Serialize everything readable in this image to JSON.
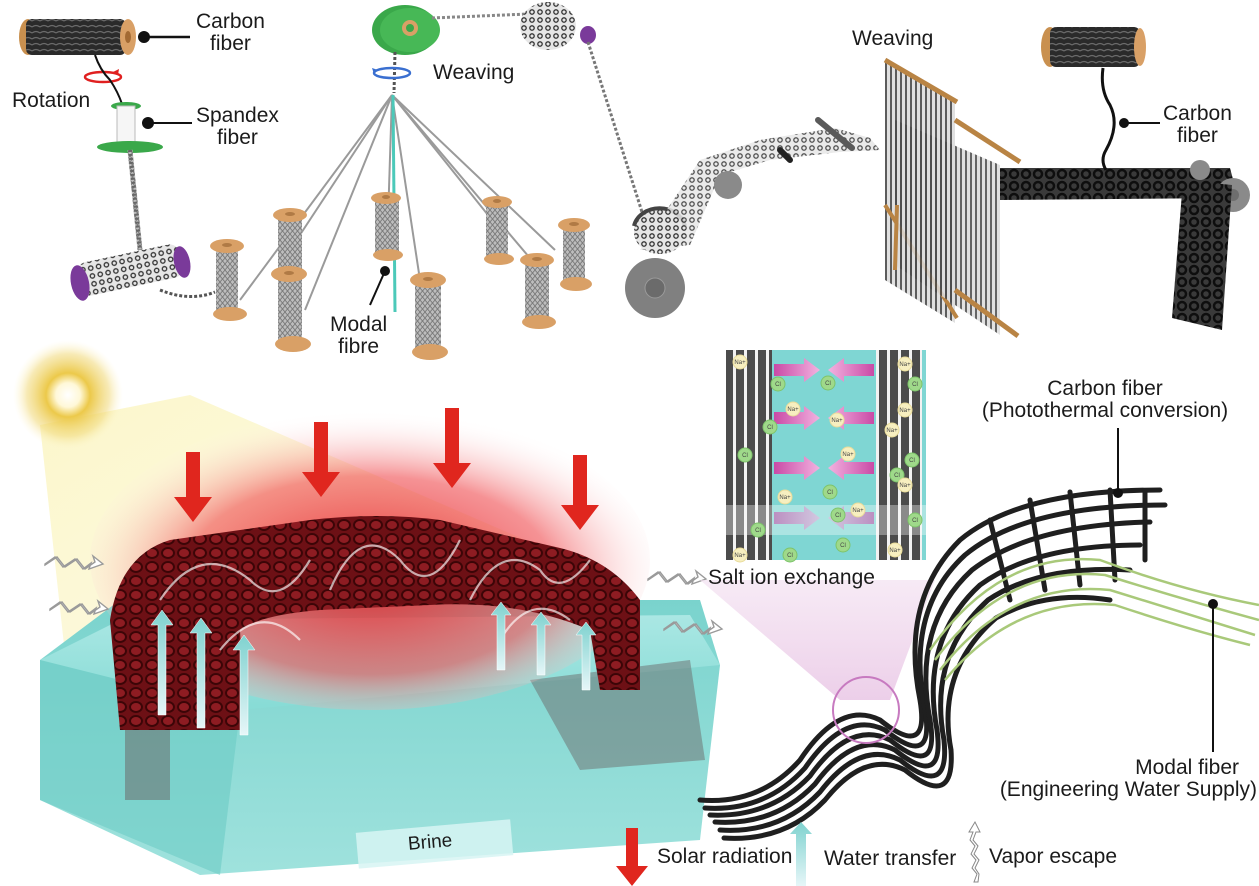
{
  "figure": {
    "title": "Carbon fiber / modal fiber woven evaporator schematic",
    "colors": {
      "carbon": "#1e1e1e",
      "spool_cap": "#d9a066",
      "spandex_disc": "#3aa84a",
      "purple_cap": "#7a3a9a",
      "modal_fiber": "#4cc9b9",
      "solar_arrow": "#e0261e",
      "water_arrow": "#8fd8d4",
      "brine": "#7fd8d2",
      "heated_fabric": "#7a1418",
      "ion_panel_water": "#7fd6d3",
      "ion_flow_arrow": "#d95fb5",
      "na_ion": "#f7efc0",
      "cl_ion": "#9fd98a",
      "modal_strand": "#a9c97a",
      "sun": "#e8c640",
      "magnifier_circle": "#c77ac0"
    }
  },
  "labels": {
    "carbon_fiber_top_left": [
      "Carbon",
      "fiber"
    ],
    "rotation": "Rotation",
    "spandex_fiber": [
      "Spandex",
      "fiber"
    ],
    "weaving_braider": "Weaving",
    "modal_fibre": [
      "Modal",
      "fibre"
    ],
    "weaving_loom": "Weaving",
    "carbon_fiber_top_right": [
      "Carbon",
      "fiber"
    ],
    "salt_ion_exchange": "Salt ion exchange",
    "carbon_fiber_photothermal": [
      "Carbon fiber",
      "(Photothermal conversion)"
    ],
    "modal_fiber_water_supply": [
      "Modal fiber",
      "(Engineering Water Supply)"
    ],
    "brine": "Brine"
  },
  "ion_panel": {
    "left_ions": [
      "Na+",
      "Cl",
      "Na+",
      "Cl",
      "Cl",
      "Na+",
      "Cl",
      "Na+",
      "Cl"
    ],
    "center_ions": [
      "Cl",
      "Na+",
      "Cl",
      "Na+",
      "Cl",
      "Na+",
      "Cl"
    ],
    "right_ions": [
      "Na+",
      "Cl",
      "Na+",
      "Na+",
      "Cl",
      "Cl",
      "Na+",
      "Cl",
      "Na+"
    ]
  },
  "legend": {
    "items": [
      {
        "icon": "solar-radiation-arrow-icon",
        "label": "Solar radiation"
      },
      {
        "icon": "water-transfer-arrow-icon",
        "label": "Water transfer"
      },
      {
        "icon": "vapor-escape-arrow-icon",
        "label": "Vapor escape"
      }
    ]
  }
}
